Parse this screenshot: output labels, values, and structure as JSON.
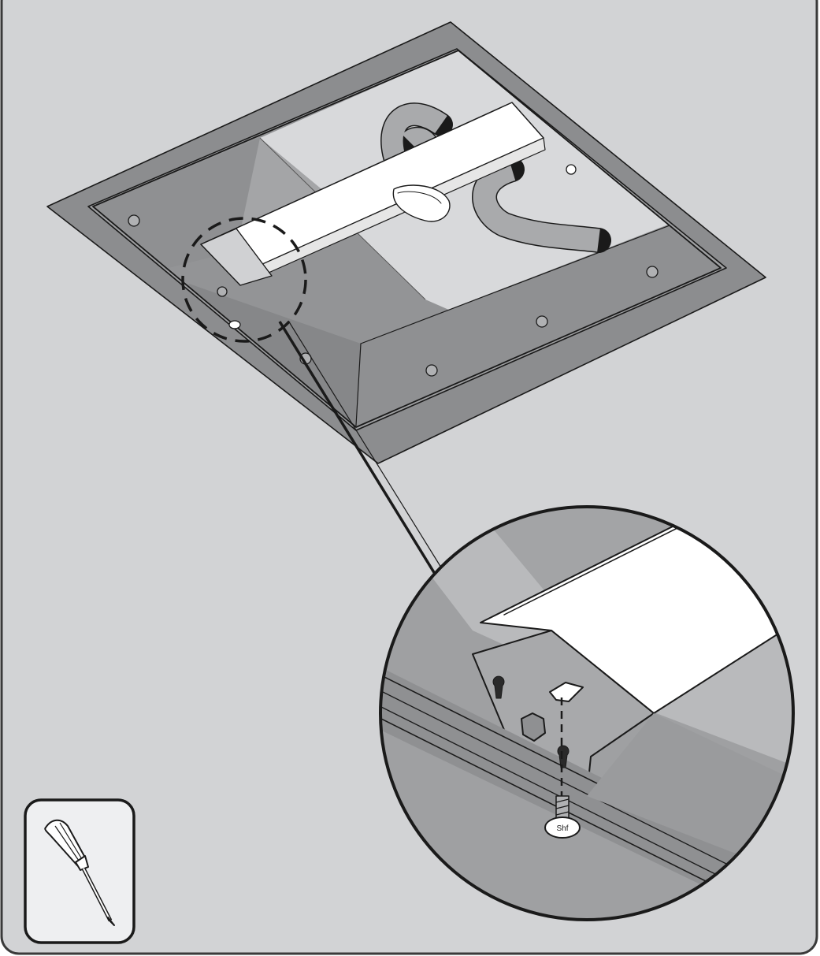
{
  "diagram": {
    "kind": "assembly-instruction-illustration",
    "components": [
      "mounting-plate",
      "ceiling-box",
      "crossbar-bracket",
      "flex-conduit",
      "mounting-screw",
      "detail-magnifier",
      "tool-required-box"
    ],
    "tool_required": "screwdriver-icon",
    "screw_mark": "Shf"
  },
  "colors": {
    "panel_bg": "#d2d3d5",
    "panel_border": "#3a3a3a",
    "outline": "#1a1a1a",
    "plate_gray": "#8c8d8f",
    "box_dark": "#8f9092",
    "box_light": "#d8d9db",
    "bracket_white": "#ffffff",
    "tool_box_bg": "#eeeff1"
  }
}
